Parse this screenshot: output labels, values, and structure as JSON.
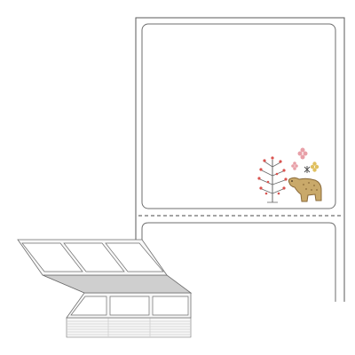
{
  "colors": {
    "background": "#ffffff",
    "liner_stroke": "#5a5a5a",
    "label_stroke": "#6e6e6e",
    "perforation": "#6e6e6e",
    "stack_top": "#f7f7f7",
    "stack_shadow": "#cfcfcf",
    "bear_fill": "#c9a96a",
    "bear_stroke": "#8a6a3a",
    "tree_stroke": "#6a6a6a",
    "berry": "#d9534f",
    "flower_pink": "#e8a0a8",
    "flower_yellow": "#e0c060",
    "flower_dark": "#555555"
  },
  "icons": {
    "bear": "bear-illustration",
    "tree": "berry-tree-illustration",
    "stack": "fanfold-label-stack-illustration"
  }
}
